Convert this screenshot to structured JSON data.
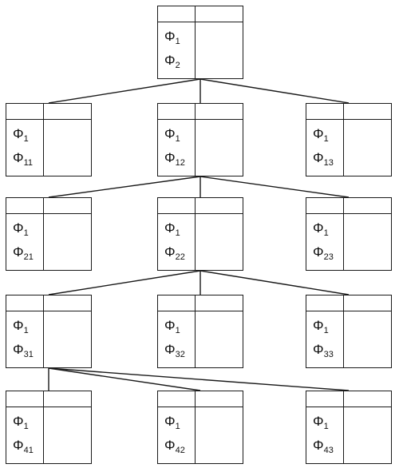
{
  "diagram": {
    "symbol": "Φ",
    "nodes": [
      {
        "id": "root",
        "sub1": "1",
        "sub2": "2"
      },
      {
        "id": "n11",
        "sub1": "1",
        "sub2": "11"
      },
      {
        "id": "n12",
        "sub1": "1",
        "sub2": "12"
      },
      {
        "id": "n13",
        "sub1": "1",
        "sub2": "13"
      },
      {
        "id": "n21",
        "sub1": "1",
        "sub2": "21"
      },
      {
        "id": "n22",
        "sub1": "1",
        "sub2": "22"
      },
      {
        "id": "n23",
        "sub1": "1",
        "sub2": "23"
      },
      {
        "id": "n31",
        "sub1": "1",
        "sub2": "31"
      },
      {
        "id": "n32",
        "sub1": "1",
        "sub2": "32"
      },
      {
        "id": "n33",
        "sub1": "1",
        "sub2": "33"
      },
      {
        "id": "n41",
        "sub1": "1",
        "sub2": "41"
      },
      {
        "id": "n42",
        "sub1": "1",
        "sub2": "42"
      },
      {
        "id": "n43",
        "sub1": "1",
        "sub2": "43"
      }
    ],
    "edges": [
      [
        "root",
        "n11"
      ],
      [
        "root",
        "n12"
      ],
      [
        "root",
        "n13"
      ],
      [
        "n12",
        "n21"
      ],
      [
        "n12",
        "n22"
      ],
      [
        "n12",
        "n23"
      ],
      [
        "n22",
        "n31"
      ],
      [
        "n22",
        "n32"
      ],
      [
        "n22",
        "n33"
      ],
      [
        "n31",
        "n41"
      ],
      [
        "n31",
        "n42"
      ],
      [
        "n31",
        "n43"
      ]
    ]
  }
}
